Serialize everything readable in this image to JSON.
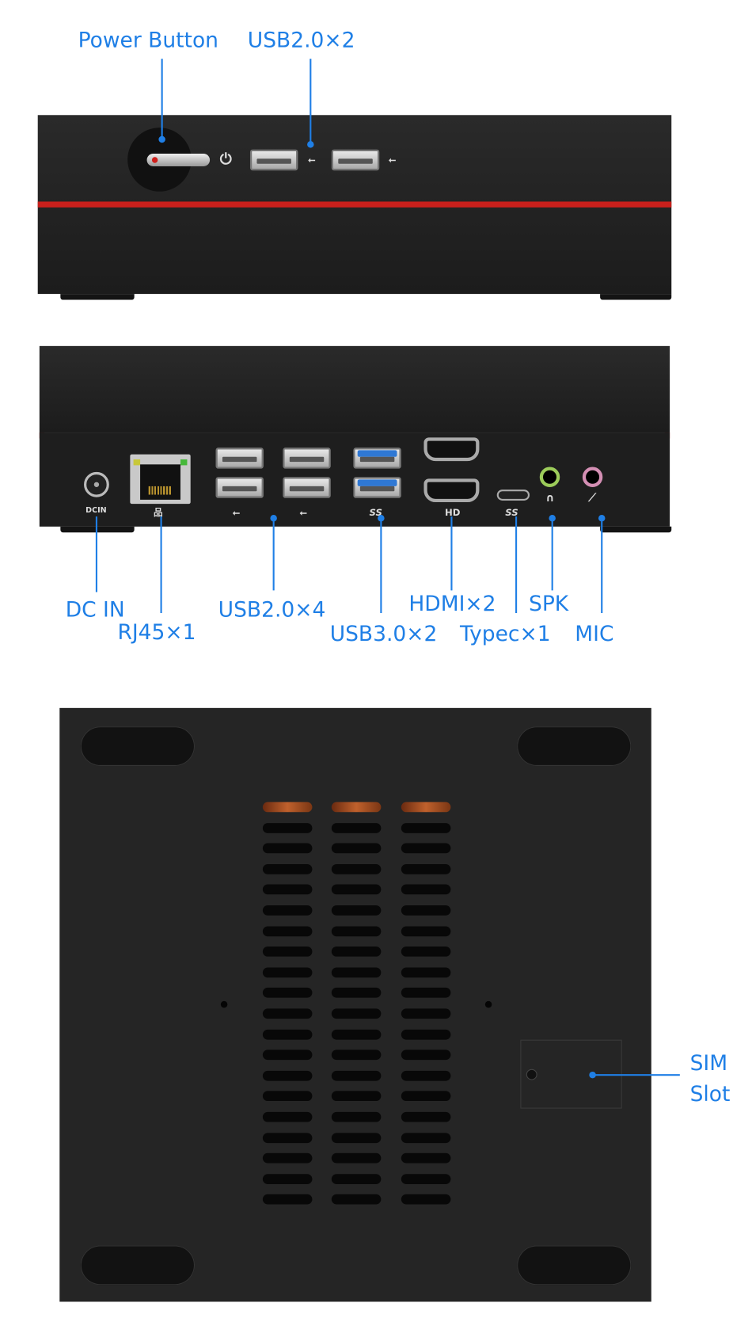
{
  "front": {
    "labels": {
      "power_button": "Power Button",
      "usb2_front": "USB2.0×2"
    }
  },
  "rear": {
    "port_icons": {
      "dcin": "DCIN",
      "usb3": "SS",
      "hdmi": "HD",
      "typec": "SS"
    },
    "labels": {
      "dc_in": "DC IN",
      "rj45": "RJ45×1",
      "usb2": "USB2.0×4",
      "usb3": "USB3.0×2",
      "hdmi": "HDMI×2",
      "typec": "Typec×1",
      "spk": "SPK",
      "mic": "MIC"
    }
  },
  "bottom": {
    "labels": {
      "sim_line1": "SIM",
      "sim_line2": "Slot"
    },
    "vent_rows": 20,
    "vent_columns": 3
  },
  "colors": {
    "accent": "#1f7fe6",
    "stripe": "#c8201c",
    "chassis": "#222222"
  }
}
